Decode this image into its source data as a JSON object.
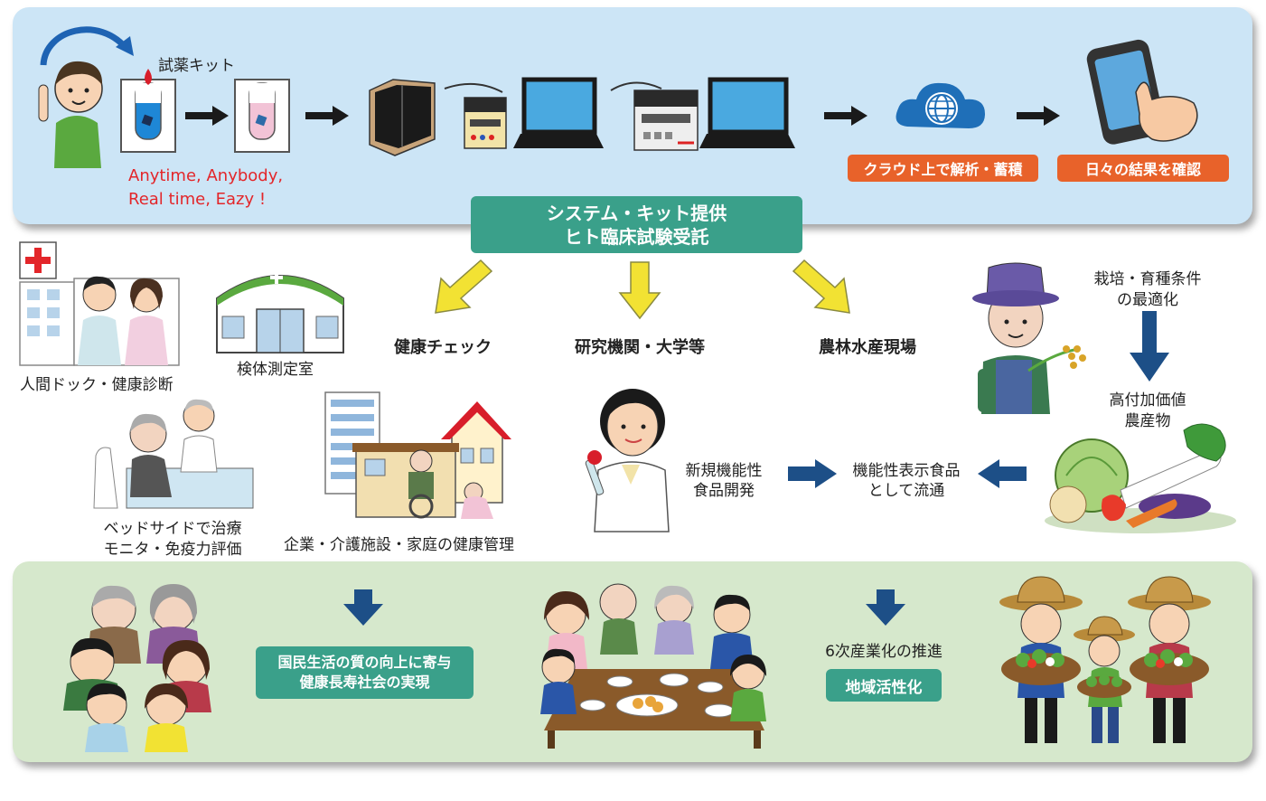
{
  "top": {
    "kit_label": "試薬キット",
    "slogan_line1": "Anytime, Anybody,",
    "slogan_line2": "Real time, Eazy !",
    "cloud_badge": "クラウド上で解析・蓄積",
    "result_badge": "日々の結果を確認"
  },
  "center_box": {
    "line1": "システム・キット提供",
    "line2": "ヒト臨床試験受託"
  },
  "branches": {
    "health": "健康チェック",
    "research": "研究機関・大学等",
    "agri": "農林水産現場"
  },
  "left": {
    "dock": "人間ドック・健康診断",
    "lab": "検体測定室",
    "bedside_line1": "ベッドサイドで治療",
    "bedside_line2": "モニタ・免疫力評価",
    "company": "企業・介護施設・家庭の健康管理"
  },
  "research": {
    "new_food_line1": "新規機能性",
    "new_food_line2": "食品開発",
    "functional_line1": "機能性表示食品",
    "functional_line2": "として流通"
  },
  "agri": {
    "cultivation_line1": "栽培・育種条件",
    "cultivation_line2": "の最適化",
    "high_value_line1": "高付加価値",
    "high_value_line2": "農産物"
  },
  "bottom": {
    "qol_line1": "国民生活の質の向上に寄与",
    "qol_line2": "健康長寿社会の実現",
    "sixth_industry": "6次産業化の推進",
    "regional": "地域活性化"
  },
  "colors": {
    "top_panel": "#cce5f6",
    "bottom_panel": "#d6e8cc",
    "teal": "#3aa08a",
    "orange": "#e8622a",
    "navy_arrow": "#1d4f87",
    "yellow_arrow": "#f2e233",
    "red_text": "#e3262a"
  }
}
